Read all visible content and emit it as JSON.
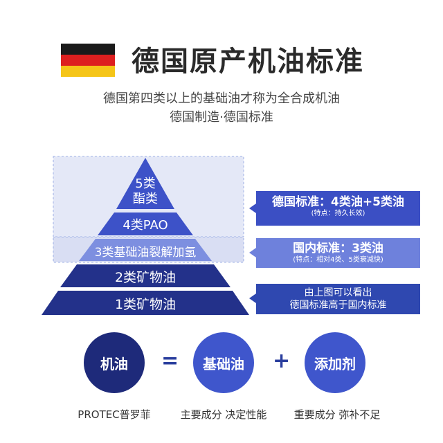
{
  "header": {
    "title": "德国原产机油标准",
    "subtitle_line1": "德国第四类以上的基础油才称为全合成机油",
    "subtitle_line2": "德国制造·德国标准",
    "flag_colors": [
      "#1a1a1a",
      "#dd1f1f",
      "#f5c518"
    ]
  },
  "pyramid": {
    "levels": [
      {
        "line1": "5类",
        "line2": "酯类"
      },
      {
        "line1": "4类PAO"
      },
      {
        "line1": "3类基础油裂解加氢"
      },
      {
        "line1": "2类矿物油"
      },
      {
        "line1": "1类矿物油"
      }
    ],
    "colors": {
      "top": "#3d52c8",
      "third": "#7d8fe0",
      "bottom": "#23318a",
      "highlight_box": "#e4e8f7"
    }
  },
  "callouts": [
    {
      "main": "德国标准：4类油+5类油",
      "note": "(特点：持久长效)",
      "color": "#3b4fc4"
    },
    {
      "main": "国内标准：3类油",
      "note": "(特点：相对4类、5类衰减快)",
      "color": "#6e81dc"
    },
    {
      "line1": "由上图可以看出",
      "line2": "德国标准高于国内标准",
      "color": "#2f48b0"
    }
  ],
  "formula": {
    "items": [
      {
        "label": "机油",
        "caption": "PROTEC普罗菲",
        "color": "#1e2a7a"
      },
      {
        "label": "基础油",
        "caption": "主要成分 决定性能",
        "color": "#3f56cc"
      },
      {
        "label": "添加剂",
        "caption": "重要成分 弥补不足",
        "color": "#3f56cc"
      }
    ],
    "operators": [
      "=",
      "+"
    ]
  }
}
